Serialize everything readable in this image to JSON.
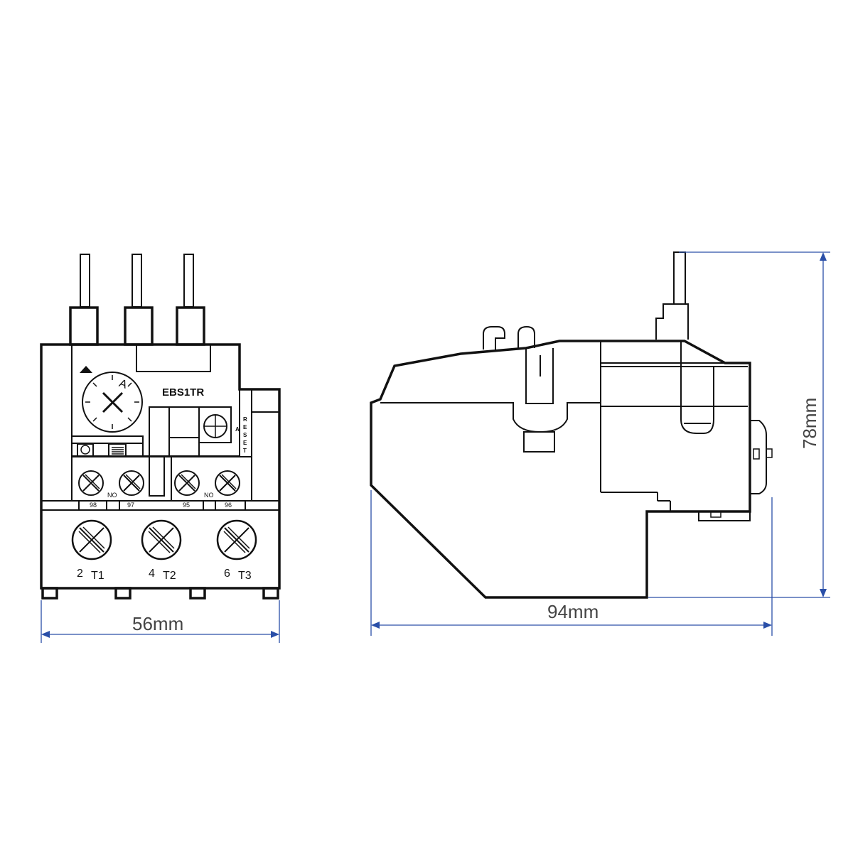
{
  "front_view": {
    "model_label": "EBS1TR",
    "dial_letter": "A",
    "reset_letter": "A",
    "reset_label": [
      "R",
      "E",
      "S",
      "E",
      "T"
    ],
    "aux_terminals": [
      "98",
      "97",
      "95",
      "96"
    ],
    "no_labels": [
      "NO",
      "NO"
    ],
    "terminal_numbers": [
      "2",
      "4",
      "6"
    ],
    "terminal_names": [
      "T1",
      "T2",
      "T3"
    ]
  },
  "dimensions": {
    "width": "56mm",
    "depth": "94mm",
    "height": "78mm"
  },
  "colors": {
    "line": "#111111",
    "dimension_line": "#2a4fa8",
    "dimension_text": "#444444"
  }
}
